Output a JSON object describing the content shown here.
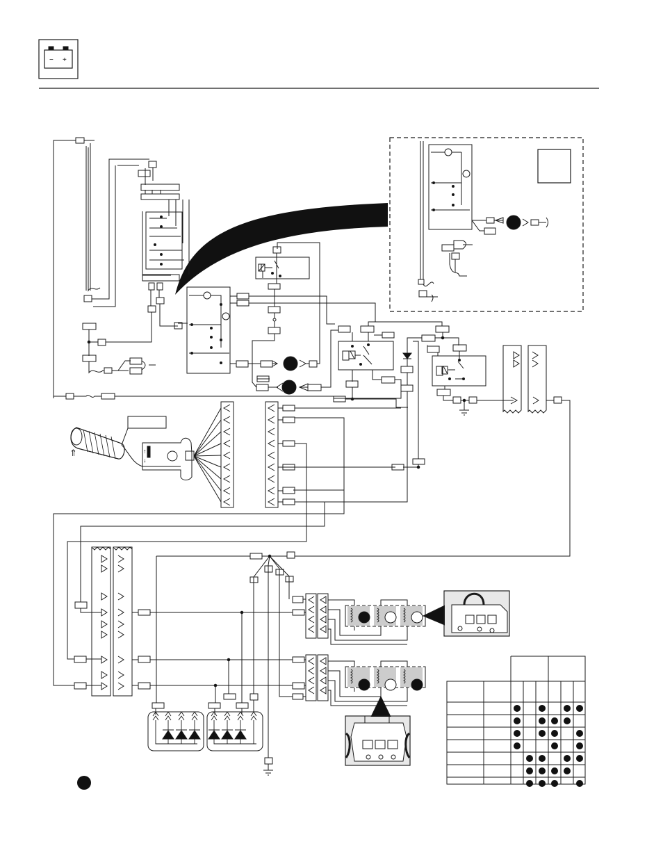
{
  "header": {
    "icon": "battery-icon",
    "battery_minus": "−",
    "battery_plus": "+"
  },
  "diagram": {
    "arrow_up_symbol": "↑",
    "arrow_down_symbol": "↓",
    "double_arrow_symbol": "⇑"
  },
  "table": {
    "dot_pattern": [
      [
        1,
        0,
        1,
        0,
        1,
        1
      ],
      [
        1,
        0,
        1,
        1,
        1,
        0
      ],
      [
        1,
        0,
        1,
        1,
        0,
        1
      ],
      [
        1,
        0,
        0,
        1,
        0,
        1
      ],
      [
        0,
        1,
        1,
        0,
        1,
        1
      ],
      [
        0,
        1,
        1,
        1,
        1,
        0
      ],
      [
        0,
        1,
        1,
        1,
        0,
        1
      ]
    ]
  },
  "colors": {
    "line": "#1a1a1a",
    "fill_dark": "#111111",
    "background": "#ffffff"
  }
}
